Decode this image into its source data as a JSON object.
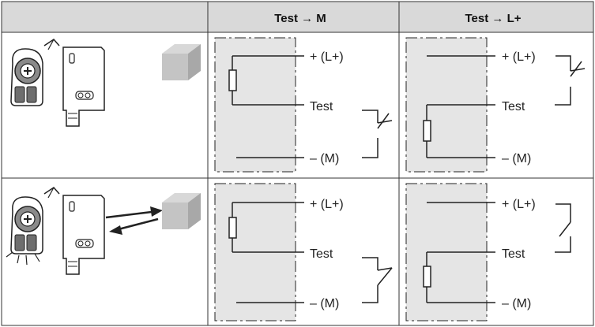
{
  "header": {
    "col_m": "Test → M",
    "col_lplus": "Test → L+"
  },
  "terminals": {
    "supply": "+ (L+)",
    "test": "Test",
    "ground": "– (M)"
  },
  "colors": {
    "header_bg": "#d9d9d9",
    "panel_bg": "#e5e5e5",
    "cube_light": "#d4d4d4",
    "cube_mid": "#c2c2c2",
    "cube_dark": "#a8a8a8"
  }
}
